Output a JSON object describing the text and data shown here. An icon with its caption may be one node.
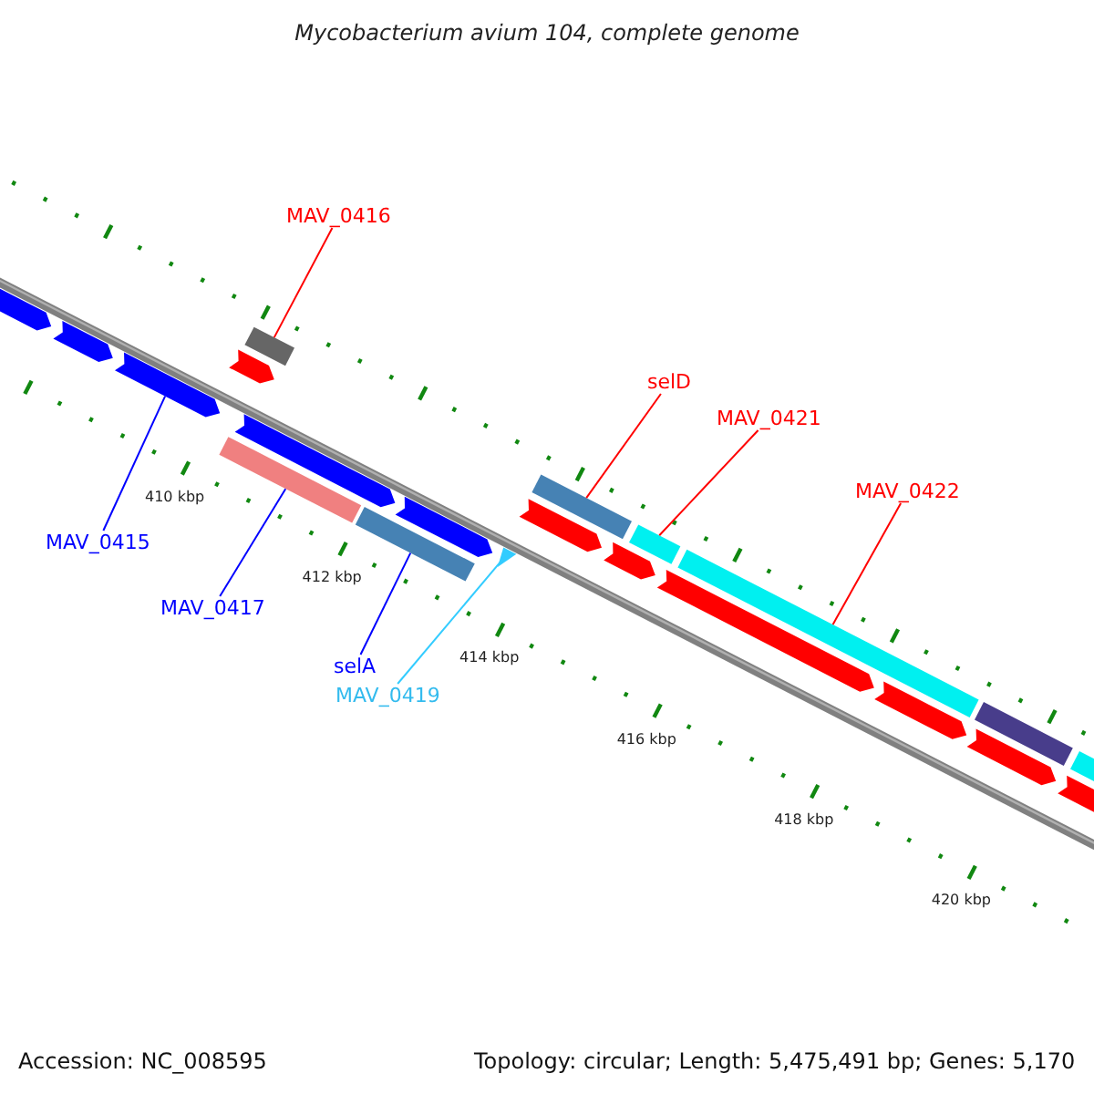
{
  "diagram": {
    "title": "Mycobacterium avium 104, complete genome",
    "nodes": [
      {
        "text": [
          "MAV_0416"
        ]
      },
      {
        "text": [],
        "shape": "bar"
      },
      {
        "text": [
          "selD"
        ]
      },
      {
        "text": [],
        "shape": "bar"
      },
      {
        "text": [
          "MAV_0421"
        ]
      },
      {
        "text": [],
        "shape": "bar"
      },
      {
        "text": [
          "MAV_0422"
        ]
      },
      {
        "text": [],
        "shape": "bar"
      },
      {
        "text": [
          "MAV_0415"
        ]
      },
      {
        "text": [],
        "shape": "arrow"
      },
      {
        "text": [
          "MAV_0417"
        ]
      },
      {
        "text": [],
        "shape": "bar"
      },
      {
        "text": [
          "selA"
        ]
      },
      {
        "text": [],
        "shape": "bar"
      },
      {
        "text": [
          "MAV_0419"
        ]
      },
      {
        "text": [],
        "shape": "triangle"
      }
    ],
    "edges": [
      {
        "from": 0,
        "to": 1,
        "arrow": "none",
        "color": "#ff0000"
      },
      {
        "from": 2,
        "to": 3,
        "arrow": "none",
        "color": "#ff0000"
      },
      {
        "from": 4,
        "to": 5,
        "arrow": "none",
        "color": "#ff0000"
      },
      {
        "from": 6,
        "to": 7,
        "arrow": "none",
        "color": "#ff0000"
      },
      {
        "from": 8,
        "to": 9,
        "arrow": "none",
        "color": "#0000ff"
      },
      {
        "from": 10,
        "to": 11,
        "arrow": "none",
        "color": "#0000ff"
      },
      {
        "from": 12,
        "to": 13,
        "arrow": "none",
        "color": "#0000ff"
      },
      {
        "from": 14,
        "to": 15,
        "arrow": "none",
        "color": "#33ccff"
      }
    ],
    "labels": [
      "410 kbp",
      "412 kbp",
      "414 kbp",
      "416 kbp",
      "418 kbp",
      "420 kbp",
      "Accession: NC_008595",
      "Topology: circular; Length: 5,475,491 bp; Genes: 5,170"
    ]
  }
}
